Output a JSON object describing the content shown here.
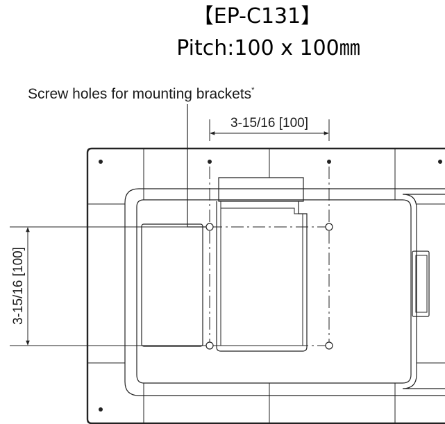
{
  "title": {
    "model": "【EP-C131】",
    "pitch": "Pitch:100 x 100㎜"
  },
  "callout": {
    "text": "Screw holes for mounting brackets",
    "marker": "*"
  },
  "dimensions": {
    "horizontal": "3-15/16 [100]",
    "vertical": "3-15/16 [100]"
  },
  "colors": {
    "line": "#222222",
    "background": "#ffffff"
  }
}
